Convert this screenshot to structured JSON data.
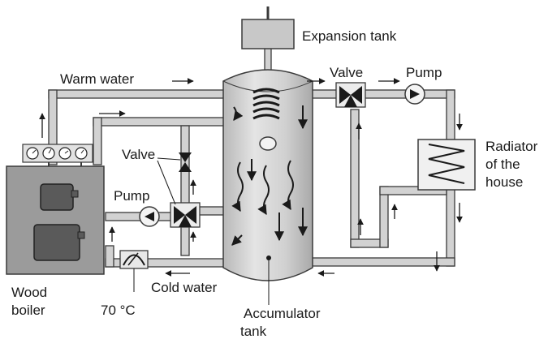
{
  "labels": {
    "expansion_tank": "Expansion tank",
    "warm_water": "Warm water",
    "valve_top": "Valve",
    "pump_top": "Pump",
    "radiator_line1": "Radiator",
    "radiator_line2": "of the",
    "radiator_line3": "house",
    "valve_left": "Valve",
    "pump_left": "Pump",
    "wood_line1": "Wood",
    "wood_line2": "boiler",
    "cold_water": "Cold water",
    "temperature": "70 °C",
    "accumulator_line1": "Accumulator",
    "accumulator_line2": "tank"
  },
  "colors": {
    "pipe_fill": "#d2d2d2",
    "pipe_stroke": "#3a3a3a",
    "boiler_fill": "#9b9b9b",
    "tank_fill": "#cfcfcf",
    "ink": "#1a1a1a"
  }
}
